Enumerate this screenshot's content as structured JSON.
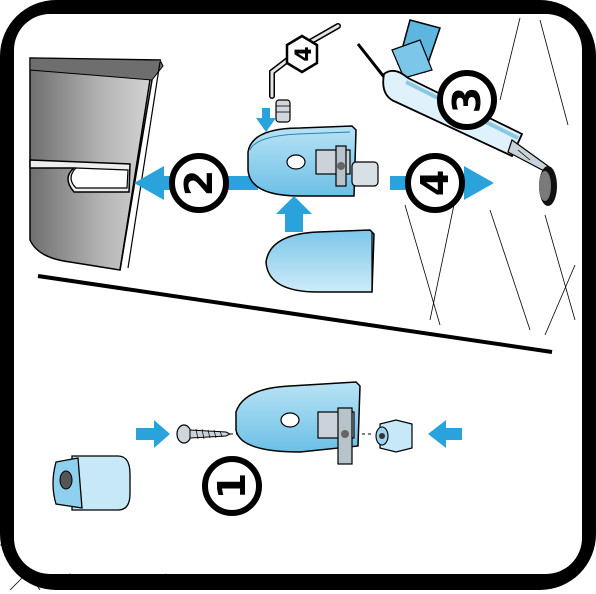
{
  "diagram": {
    "steps": {
      "step_1": "1",
      "step_2": "2",
      "step_3": "3",
      "step_4_arrow": "4",
      "step_4_hex": "4"
    },
    "colors": {
      "frame": "#000000",
      "panel": "#ffffff",
      "part_blue": "#9fd6ef",
      "part_blue_dark": "#5cb6df",
      "arrow_blue": "#2aa3dc",
      "door_grey": "#8c8c8c",
      "hardware_grey": "#c9d3d9"
    },
    "icons": [
      "hex-key-icon",
      "screwdriver-icon",
      "glue-gun-icon",
      "screw-icon"
    ]
  }
}
